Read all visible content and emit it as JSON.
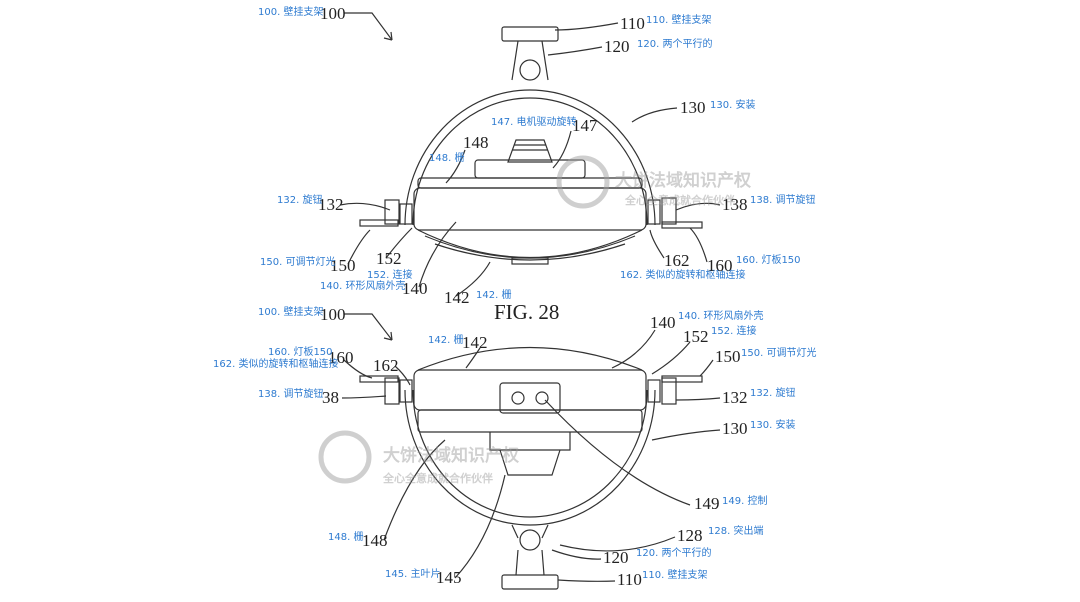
{
  "figure_label": "FIG. 28",
  "watermark": {
    "line1": "大饼法域知识产权",
    "line2": "全心全意成就合作伙伴"
  },
  "top_figure": {
    "labels": [
      {
        "num": "100",
        "text": "100. 壁挂支架"
      },
      {
        "num": "110",
        "text": "110. 壁挂支架"
      },
      {
        "num": "120",
        "text": "120. 两个平行的"
      },
      {
        "num": "130",
        "text": "130. 安装"
      },
      {
        "num": "147",
        "text": "147. 电机驱动旋转"
      },
      {
        "num": "148",
        "text": "148. 栅"
      },
      {
        "num": "132",
        "text": "132. 旋钮"
      },
      {
        "num": "138",
        "text": "138. 调节旋钮"
      },
      {
        "num": "150",
        "text": "150. 可调节灯光"
      },
      {
        "num": "152",
        "text": "152. 连接"
      },
      {
        "num": "140",
        "text": "140. 环形风扇外壳"
      },
      {
        "num": "142",
        "text": "142. 栅"
      },
      {
        "num": "162",
        "text": "162. 类似的旋转和枢轴连接"
      },
      {
        "num": "160",
        "text": "160. 灯板150"
      }
    ]
  },
  "bottom_figure": {
    "labels": [
      {
        "num": "100",
        "text": "100. 壁挂支架"
      },
      {
        "num": "142",
        "text": "142. 栅"
      },
      {
        "num": "140",
        "text": "140. 环形风扇外壳"
      },
      {
        "num": "152",
        "text": "152. 连接"
      },
      {
        "num": "150",
        "text": "150. 可调节灯光"
      },
      {
        "num": "160",
        "text": "160. 灯板150"
      },
      {
        "num": "162",
        "text": "162. 类似的旋转和枢轴连接"
      },
      {
        "num": "38",
        "text": "138. 调节旋钮"
      },
      {
        "num": "132",
        "text": "132. 旋钮"
      },
      {
        "num": "130",
        "text": "130. 安装"
      },
      {
        "num": "149",
        "text": "149. 控制"
      },
      {
        "num": "128",
        "text": "128. 突出端"
      },
      {
        "num": "120",
        "text": "120. 两个平行的"
      },
      {
        "num": "110",
        "text": "110. 壁挂支架"
      },
      {
        "num": "148",
        "text": "148. 栅"
      },
      {
        "num": "145",
        "text": "145. 主叶片"
      }
    ]
  }
}
